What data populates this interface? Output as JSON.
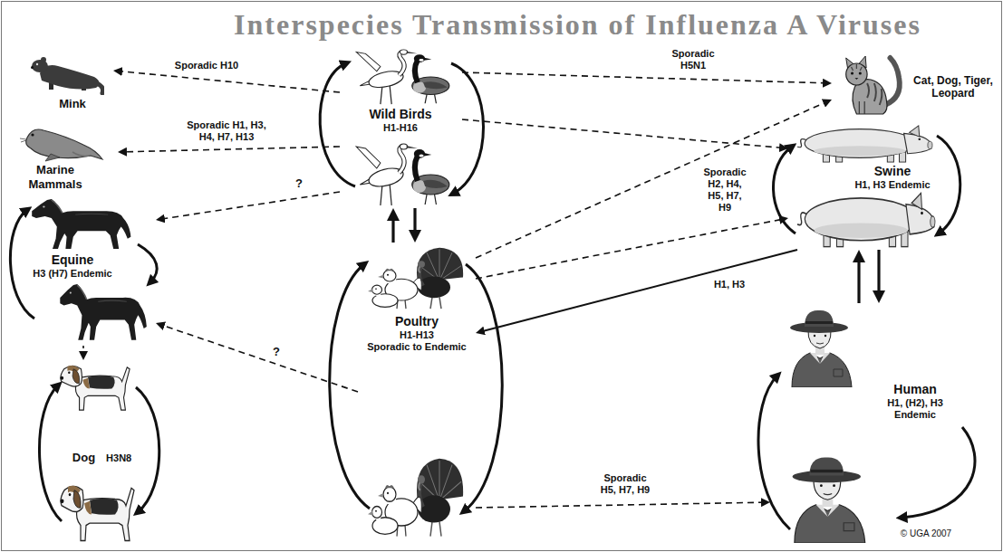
{
  "diagram": {
    "title": "Interspecies Transmission of Influenza A Viruses",
    "nodes": [
      {
        "text": [
          "Mink"
        ]
      },
      {
        "text": [
          "Wild Birds",
          "H1-H16"
        ]
      },
      {
        "text": [
          "Cat, Dog, Tiger, Leopard"
        ]
      },
      {
        "text": [
          "Marine Mammals"
        ]
      },
      {
        "text": [
          "Equine",
          "H3 (H7) Endemic"
        ]
      },
      {
        "text": [
          "Swine",
          "H1, H3 Endemic"
        ]
      },
      {
        "text": [
          "Poultry",
          "H1-H13",
          "Sporadic to Endemic"
        ]
      },
      {
        "text": [
          "Dog",
          "H3N8"
        ]
      },
      {
        "text": [
          "Human",
          "H1, (H2), H3 Endemic"
        ]
      }
    ],
    "edges": [
      {
        "from": 1,
        "to": 0,
        "arrow": "to",
        "label": "Sporadic H10"
      },
      {
        "from": 1,
        "to": 3,
        "arrow": "to",
        "label": "Sporadic H1, H3, H4, H7, H13"
      },
      {
        "from": 1,
        "to": 4,
        "arrow": "to",
        "label": "?"
      },
      {
        "from": 1,
        "to": 2,
        "arrow": "to",
        "label": "Sporadic H5N1"
      },
      {
        "from": 1,
        "to": 5,
        "arrow": "to"
      },
      {
        "from": 6,
        "to": 2,
        "arrow": "to"
      },
      {
        "from": 6,
        "to": 5,
        "arrow": "to",
        "label": "Sporadic H2, H4, H5, H7, H9"
      },
      {
        "from": 1,
        "to": 6,
        "arrow": "to"
      },
      {
        "from": 6,
        "to": 1,
        "arrow": "to"
      },
      {
        "from": 6,
        "to": 4,
        "arrow": "to",
        "label": "?"
      },
      {
        "from": 4,
        "to": 7,
        "arrow": "to"
      },
      {
        "from": 5,
        "to": 6,
        "arrow": "to",
        "label": "H1, H3"
      },
      {
        "from": 5,
        "to": 8,
        "arrow": "to"
      },
      {
        "from": 8,
        "to": 5,
        "arrow": "to"
      },
      {
        "from": 6,
        "to": 8,
        "arrow": "to",
        "label": "Sporadic H5, H7, H9"
      }
    ],
    "labels": [
      "© UGA 2007"
    ]
  }
}
